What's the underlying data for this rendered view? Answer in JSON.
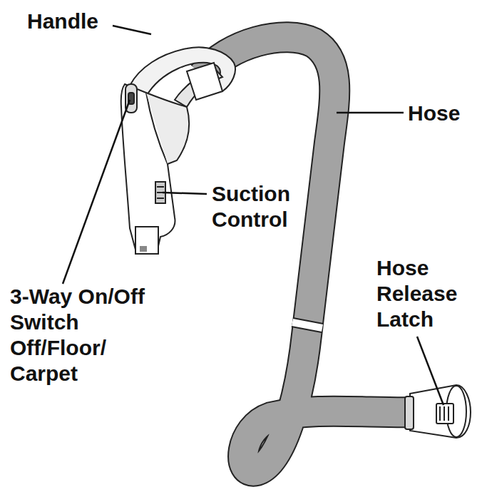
{
  "diagram": {
    "labels": [
      "Handle",
      "Hose",
      "Suction Control",
      "3-Way On/Off Switch Off/Floor/ Carpet",
      "Hose Release Latch"
    ]
  }
}
